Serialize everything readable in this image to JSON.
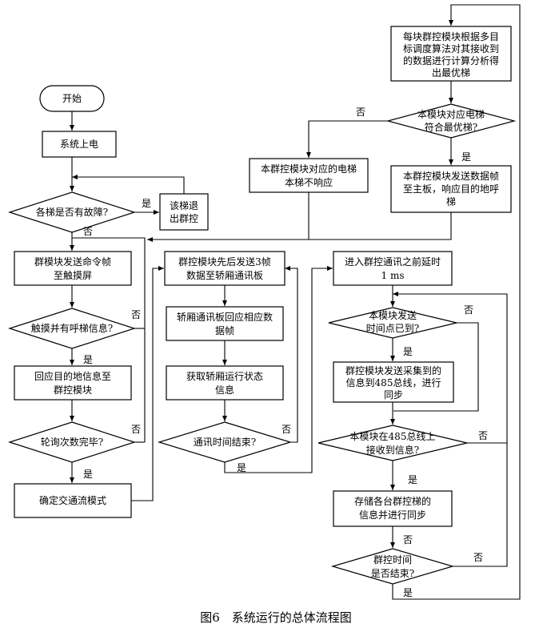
{
  "caption": "图6　系统运行的总体流程图",
  "nodes": {
    "start": "开始",
    "power_on": "系统上电",
    "fault_check": "各梯是否有故障?",
    "exit_group": [
      "该梯退",
      "出群控"
    ],
    "send_cmd_touch": [
      "群模块发送命令帧",
      "至触摸屏"
    ],
    "touch_call_check": "触摸并有呼梯信息?",
    "reply_dest": [
      "回应目的地信息至",
      "群控模块"
    ],
    "poll_done_check": "轮询次数完毕?",
    "determine_traffic": "确定交通流模式",
    "send_3frames": [
      "群控模块先后发送3帧",
      "数据至轿厢通讯板"
    ],
    "car_reply": [
      "轿厢通讯板回应相应数",
      "据帧"
    ],
    "get_car_status": [
      "获取轿厢运行状态",
      "信息"
    ],
    "comm_time_check": "通讯时间结束?",
    "calc_best": [
      "每块群控模块根据多目",
      "标调度算法对其接收到",
      "的数据进行计算分析得",
      "出最优梯"
    ],
    "best_check": [
      "本模块对应电梯",
      "符合最优梯?"
    ],
    "no_response": [
      "本群控模块对应的电梯",
      "本梯不响应"
    ],
    "send_main": [
      "本群控模块发送数据帧",
      "至主板，响应目的地呼",
      "梯"
    ],
    "delay_before": [
      "进入群控通讯之前延时",
      "1 ms"
    ],
    "send_time_check": [
      "本模块发送",
      "时间点已到?"
    ],
    "send_485": [
      "群控模块发送采集到的",
      "信息到485总线，进行",
      "同步"
    ],
    "recv_485_check": [
      "本模块在485总线上",
      "接收到信息?"
    ],
    "store_sync": [
      "存储各台群控梯的",
      "信息并进行同步"
    ],
    "group_end_check": [
      "群控时间",
      "是否结束?"
    ]
  },
  "edge_labels": {
    "yes": "是",
    "no": "否"
  }
}
